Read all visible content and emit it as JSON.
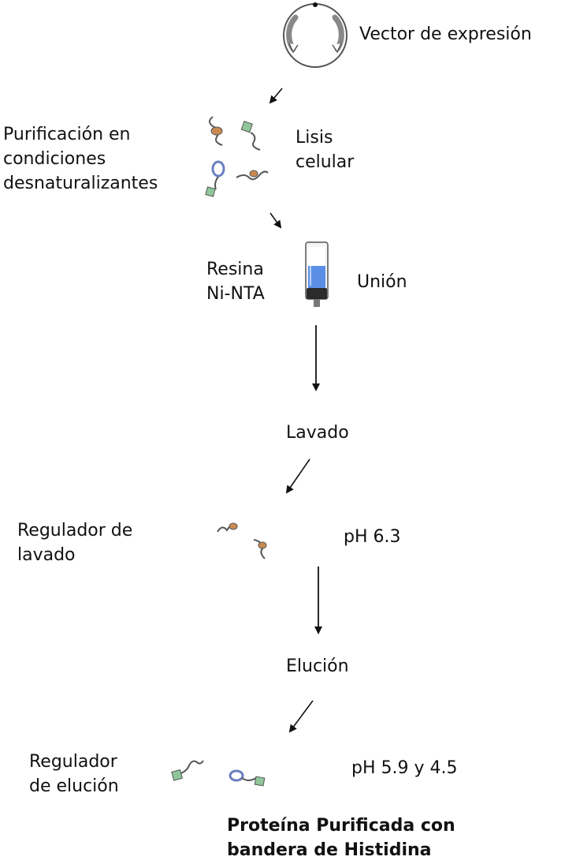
{
  "labels": {
    "vector": "Vector de expresión",
    "purificacion": "Purificación en\ncondiciones\ndesnaturalizantes",
    "lisis": "Lisis\ncelular",
    "resina": "Resina\nNi-NTA",
    "union": "Unión",
    "lavado": "Lavado",
    "regulador_lavado": "Regulador de\nlavado",
    "ph_lavado": "pH 6.3",
    "elucion": "Elución",
    "regulador_elucion": "Regulador\nde elución",
    "ph_elucion": "pH 5.9 y 4.5",
    "producto": "Proteína Purificada con\nbandera de Histidina"
  },
  "colors": {
    "outline": "#555555",
    "arrow": "#111111",
    "column_liquid": "#5b8fe6",
    "column_dark": "#2b2b2b",
    "protein_orange": "#c98a52",
    "protein_blue": "#6a7fbf",
    "tag_green": "#8fc79a"
  }
}
